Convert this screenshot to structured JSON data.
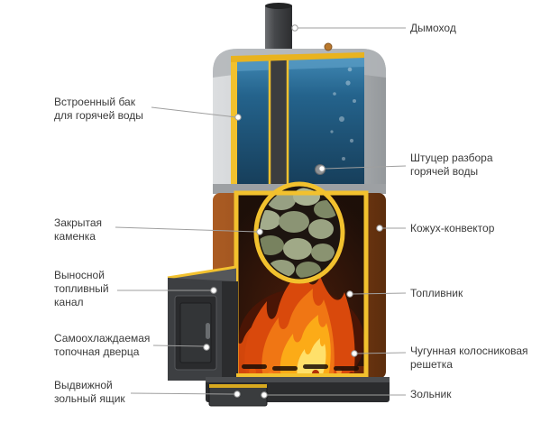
{
  "figure": {
    "type": "stove-cutaway-diagram",
    "description": "Cutaway illustration of a bath stove with built-in water tank"
  },
  "colors": {
    "yellow_lining": "#f2c12e",
    "water_blue": "#24638c",
    "body_brown": "#8c4718",
    "shell_gray": "#c3c6c9",
    "flame_orange": "#e8590f",
    "callout_line": "#9f9f9f",
    "label_text": "#3b3b3b"
  },
  "labels": {
    "left": [
      {
        "id": "tank",
        "text": "Встроенный бак для горячей воды"
      },
      {
        "id": "stones",
        "text": "Закрытая каменка"
      },
      {
        "id": "channel",
        "text": "Выносной топливный канал"
      },
      {
        "id": "door",
        "text": "Самоохлаждаемая топочная дверца"
      },
      {
        "id": "ashbox",
        "text": "Выдвижной зольный ящик"
      }
    ],
    "right": [
      {
        "id": "chimney",
        "text": "Дымоход"
      },
      {
        "id": "fitting",
        "text": "Штуцер разбора горячей воды"
      },
      {
        "id": "convector",
        "text": "Кожух-конвектор"
      },
      {
        "id": "firebox",
        "text": "Топливник"
      },
      {
        "id": "grate",
        "text": "Чугунная колосниковая решетка"
      },
      {
        "id": "ashpan",
        "text": "Зольник"
      }
    ]
  }
}
